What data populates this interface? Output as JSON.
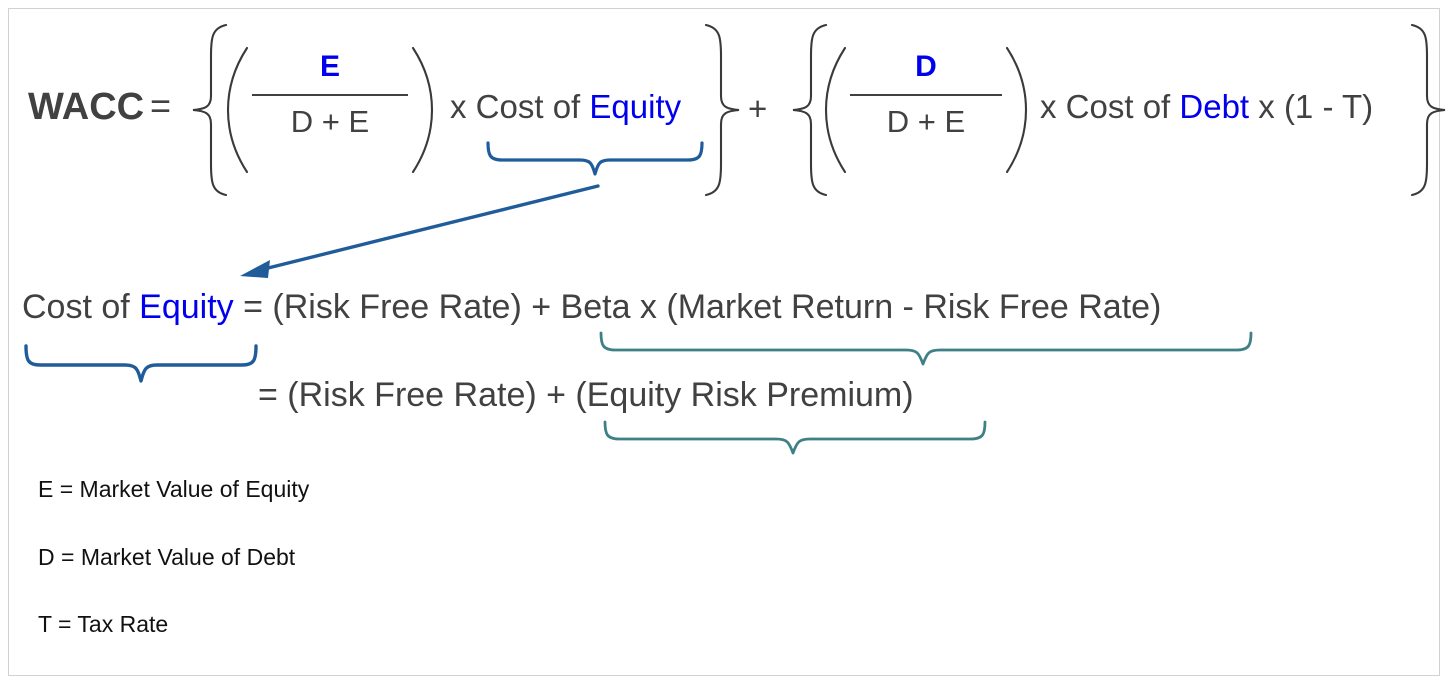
{
  "figure": {
    "title": "WACC formula breakdown",
    "colors": {
      "text": "#414141",
      "accent_blue": "#0000EE",
      "brace_blue": "#1F5C99",
      "brace_teal": "#3F7F86",
      "legend_text": "#111111",
      "border": "#d2d2d2",
      "background": "#ffffff"
    }
  },
  "wacc": {
    "label": "WACC",
    "equals": "=",
    "plus": "+",
    "equity_term": {
      "numerator": "E",
      "denominator": "D + E",
      "multiplier_text": "x Cost of ",
      "multiplier_highlight": "Equity"
    },
    "debt_term": {
      "numerator": "D",
      "denominator": "D + E",
      "multiplier_text": "x Cost of ",
      "multiplier_highlight": "Debt",
      "tax_factor": " x (1 - T)"
    }
  },
  "cost_of_equity": {
    "lhs_prefix": "Cost of ",
    "lhs_highlight": "Equity",
    "line1": " = (Risk Free Rate) + Beta x (Market Return - Risk Free Rate)",
    "line2": "= (Risk Free Rate) + (Equity Risk Premium)"
  },
  "annotations": {
    "arrow": "arrow-from-cost-of-equity-term-to-capm-expansion",
    "brace_equity_term": "underbrace-cost-of-equity-in-wacc",
    "brace_equity_lhs": "underbrace-cost-of-equity-definition",
    "brace_market_premium": "underbrace-beta-x-market-return-minus-risk-free-rate",
    "brace_equity_risk_premium": "underbrace-equity-risk-premium"
  },
  "legend": [
    {
      "symbol": "E",
      "text": "E = Market Value of Equity"
    },
    {
      "symbol": "D",
      "text": "D = Market Value of Debt"
    },
    {
      "symbol": "T",
      "text": "T = Tax Rate"
    }
  ]
}
